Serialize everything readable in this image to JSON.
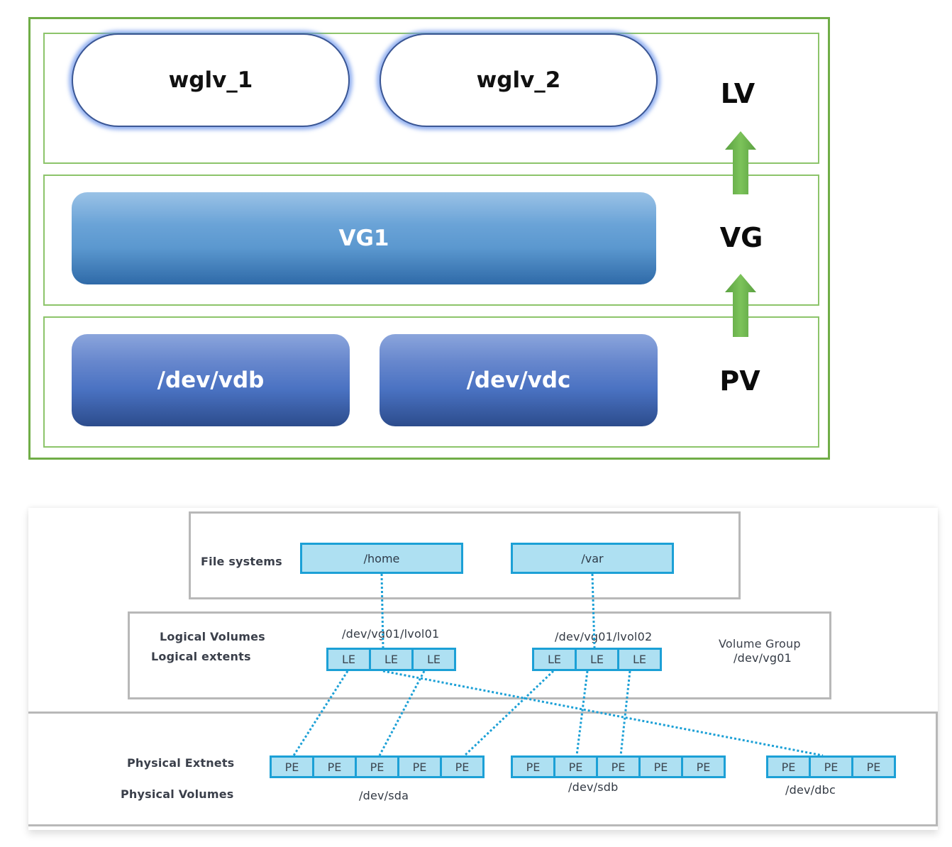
{
  "top_diagram": {
    "colors": {
      "frame": "#70ad47",
      "arrow": "#6ab04c",
      "lv_glow": "#6e96eb",
      "vg_fill": "#5b98cf",
      "pv_fill": "#4a72c2"
    },
    "layers": {
      "lv": {
        "label": "LV",
        "items": [
          "wglv_1",
          "wglv_2"
        ]
      },
      "vg": {
        "label": "VG",
        "items": [
          "VG1"
        ]
      },
      "pv": {
        "label": "PV",
        "items": [
          "/dev/vdb",
          "/dev/vdc"
        ]
      }
    },
    "arrows": [
      {
        "from": "PV",
        "to": "VG",
        "icon": "up-arrow-icon"
      },
      {
        "from": "VG",
        "to": "LV",
        "icon": "up-arrow-icon"
      }
    ]
  },
  "bottom_diagram": {
    "colors": {
      "node_fill": "#aee0f2",
      "node_border": "#1ca0d6",
      "box_border": "#b8b8b8",
      "link": "#1ca0d6"
    },
    "file_systems": {
      "label": "File systems",
      "items": [
        "/home",
        "/var"
      ]
    },
    "logical": {
      "label_volumes": "Logical Volumes",
      "label_extents": "Logical extents",
      "volume_group_label": "Volume Group",
      "volume_group_path": "/dev/vg01",
      "volumes": [
        {
          "name": "/dev/vg01/lvol01",
          "extents": [
            "LE",
            "LE",
            "LE"
          ]
        },
        {
          "name": "/dev/vg01/lvol02",
          "extents": [
            "LE",
            "LE",
            "LE"
          ]
        }
      ]
    },
    "physical": {
      "label_extents": "Physical Extnets",
      "label_volumes": "Physical Volumes",
      "volumes": [
        {
          "name": "/dev/sda",
          "extents": [
            "PE",
            "PE",
            "PE",
            "PE",
            "PE"
          ]
        },
        {
          "name": "/dev/sdb",
          "extents": [
            "PE",
            "PE",
            "PE",
            "PE",
            "PE"
          ]
        },
        {
          "name": "/dev/dbc",
          "extents": [
            "PE",
            "PE",
            "PE"
          ]
        }
      ]
    },
    "mappings": [
      {
        "from": "/home",
        "to": "lvol01.LE2"
      },
      {
        "from": "/var",
        "to": "lvol02.LE2"
      },
      {
        "from": "lvol01.LE1",
        "to": "sda.PE1"
      },
      {
        "from": "lvol01.LE3",
        "to": "sda.PE3"
      },
      {
        "from": "lvol01.LE2",
        "to": "dbc.PE2"
      },
      {
        "from": "lvol02.LE1",
        "to": "sda.PE5"
      },
      {
        "from": "lvol02.LE2",
        "to": "sdb.PE2"
      },
      {
        "from": "lvol02.LE3",
        "to": "sdb.PE3"
      }
    ]
  }
}
